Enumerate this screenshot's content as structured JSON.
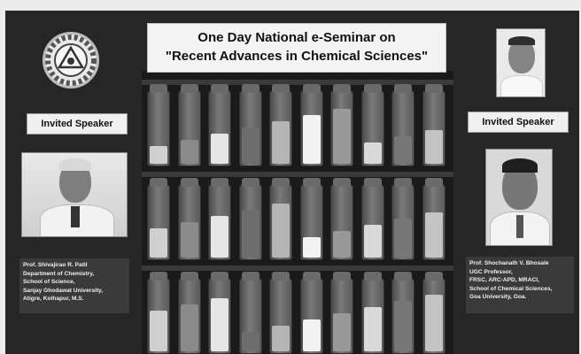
{
  "header": {
    "title_line1": "One Day National e-Seminar on",
    "title_line2": "\"Recent Advances in Chemical Sciences\""
  },
  "left": {
    "label": "Invited Speaker",
    "caption": [
      "Prof. Shivajirao R. Patil",
      "Department of Chemistry,",
      "School of Science,",
      "Sanjay Ghodawat University,",
      "Atigre, Kolhapur, M.S."
    ]
  },
  "right": {
    "label": "Invited Speaker",
    "caption": [
      "Prof. Shochanath V. Bhosale",
      "UGC Professor,",
      "FRSC, ARC-APD, MRACI,",
      "School of Chemical Sciences,",
      "Goa University, Goa."
    ]
  },
  "colors": {
    "frame": "#262626",
    "label_bg": "#f0f0f0",
    "caption_bg": "#3a3a3a"
  }
}
